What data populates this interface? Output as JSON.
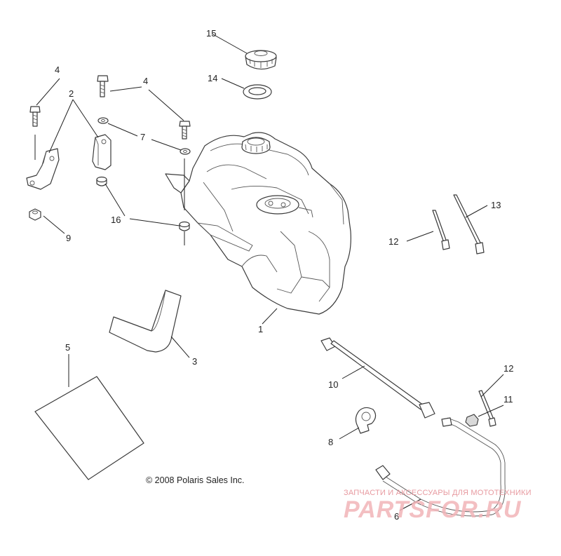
{
  "callouts": {
    "c1": "1",
    "c2": "2",
    "c3": "3",
    "c4a": "4",
    "c4b": "4",
    "c5": "5",
    "c6": "6",
    "c7": "7",
    "c8": "8",
    "c9": "9",
    "c10": "10",
    "c11": "11",
    "c12a": "12",
    "c12b": "12",
    "c13": "13",
    "c14": "14",
    "c15": "15",
    "c16": "16"
  },
  "copyright": "© 2008 Polaris Sales Inc.",
  "watermark": {
    "line1": "ЗАПЧАСТИ И АКСЕССУАРЫ ДЛЯ МОТОТЕХНИКИ",
    "line2": "PARTSFOR.RU"
  },
  "colors": {
    "line": "#3a3a3a",
    "watermark": "#e79aa0"
  }
}
